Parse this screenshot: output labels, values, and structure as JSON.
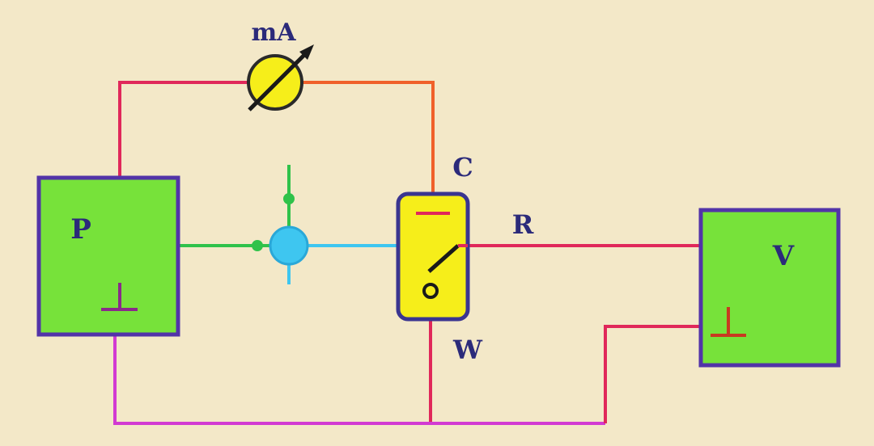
{
  "labels": {
    "ammeter": "mA",
    "source_box": "P",
    "output_box": "V",
    "terminal_c": "C",
    "terminal_r": "R",
    "terminal_w": "W"
  },
  "colors": {
    "background": "#f3e8c8",
    "box_fill": "#77e23a",
    "box_border": "#5233a8",
    "switch_fill": "#f6ee1a",
    "red_wire": "#e0285a",
    "orange_wire": "#f0602a",
    "green_wire": "#2fc24a",
    "blue_wire": "#3ec6f0",
    "magenta_wire": "#d23ad2",
    "label_text": "#2b2a7a"
  }
}
